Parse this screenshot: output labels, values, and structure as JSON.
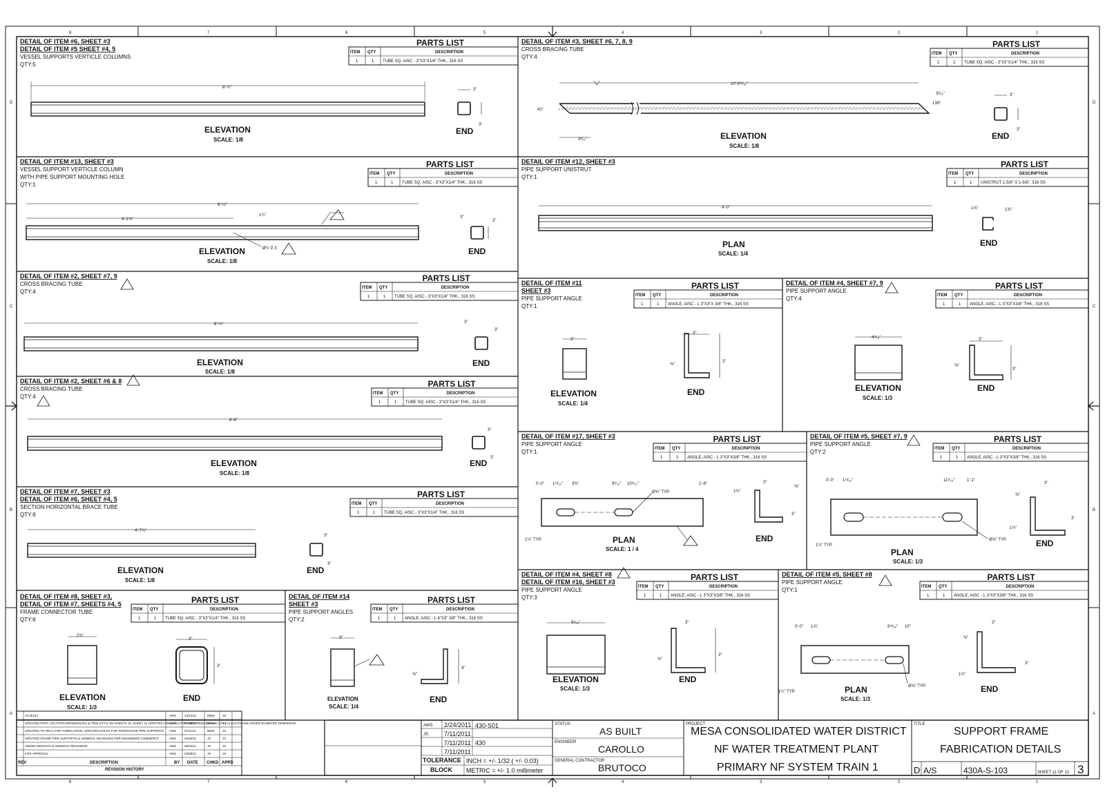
{
  "zones": {
    "top": [
      "8",
      "7",
      "6",
      "5",
      "4",
      "3",
      "2",
      "1"
    ],
    "side": [
      "D",
      "C",
      "B",
      "A"
    ]
  },
  "parts_list": {
    "header": "PARTS LIST",
    "col_item": "ITEM",
    "col_qty": "QTY",
    "col_desc": "DESCRIPTION"
  },
  "details": [
    {
      "id": "d1",
      "lines": [
        "DETAIL OF ITEM #6, SHEET #3",
        "DETAIL OF ITEM #5 SHEET #4, 5"
      ],
      "notes": [
        "VESSEL SUPPORTS VERTICLE COLUMNS",
        "QTY:5"
      ],
      "item": "1",
      "qty": "1",
      "desc": "TUBE SQ. AISC - 3\"X3\"X1/4\" THK., 316 SS",
      "view": "ELEVATION",
      "scale": "SCALE: 1/8",
      "dim": "8'-½\"",
      "end_label": "END",
      "end_dims": [
        "3\"",
        "3\""
      ]
    },
    {
      "id": "d2",
      "lines": [
        "DETAIL OF ITEM #3, SHEET #6, 7, 8, 9"
      ],
      "notes": [
        "CROSS BRACING TUBE",
        "QTY:4"
      ],
      "item": "1",
      "qty": "1",
      "desc": "TUBE SQ. AISC - 3\"X3\"X1/4\" THK., 316 SS",
      "view": "ELEVATION",
      "scale": "SCALE: 1/8",
      "dim": "10'-5¹³⁄₁₆\"",
      "dims": [
        "41°",
        "3³⁄₁₆\"",
        "3³⁄₁₆\"",
        "139°"
      ],
      "end_label": "END",
      "end_dims": [
        "3\"",
        "3\""
      ]
    },
    {
      "id": "d3",
      "lines": [
        "DETAIL OF ITEM #13, SHEET #3"
      ],
      "notes": [
        "VESSEL SUPPORT VERTICLE COLUMN",
        "WITH PIPE SUPPORT MOUNTING HOLE",
        "QTY:1"
      ],
      "item": "1",
      "qty": "1",
      "desc": "TUBE SQ. AISC - 3\"X3\"X1/4\" THK., 316 SS",
      "view": "ELEVATION",
      "scale": "SCALE: 1/8",
      "dim": "8'-½\"",
      "dims": [
        "4'-2⅞\"",
        "1¼\"",
        "Ø½ ⊽ 3"
      ],
      "end_label": "END",
      "end_dims": [
        "3\"",
        "3\""
      ]
    },
    {
      "id": "d4",
      "lines": [
        "DETAIL OF ITEM #12, SHEET #3"
      ],
      "notes": [
        "PIPE SUPPORT UNISTRUT",
        "QTY:1"
      ],
      "item": "1",
      "qty": "1",
      "desc": "UNISTRUT 1-5/8\" X 1-5/8\", 316 SS",
      "view": "PLAN",
      "scale": "SCALE: 1/4",
      "dim": "4'-0\"",
      "end_label": "END",
      "end_dims": [
        "1⅝\"",
        "1⅝\""
      ]
    },
    {
      "id": "d5",
      "lines": [
        "DETAIL OF ITEM #2, SHEET #7, 9"
      ],
      "notes": [
        "CROSS BRACING TUBE",
        "QTY:4"
      ],
      "item": "1",
      "qty": "1",
      "desc": "TUBE SQ. AISC - 3\"X3\"X1/4\" THK., 316 SS",
      "view": "ELEVATION",
      "scale": "SCALE: 1/8",
      "dim": "8'-½\"",
      "end_label": "END",
      "end_dims": [
        "3\"",
        "3\""
      ]
    },
    {
      "id": "d6",
      "lines": [
        "DETAIL OF ITEM #11",
        "SHEET #3"
      ],
      "notes": [
        "PIPE SUPPORT ANGLE",
        "QTY:1"
      ],
      "item": "1",
      "qty": "1",
      "desc": "ANGLE, AISC - L 3\"X3\"X 3/8\" THK., 316 SS",
      "view": "ELEVATION",
      "scale": "SCALE: 1/4",
      "dim": "3\"",
      "end_label": "END",
      "end_dims": [
        "3\"",
        "⅜\"",
        "3\""
      ]
    },
    {
      "id": "d7",
      "lines": [
        "DETAIL OF ITEM #4, SHEET #7, 9"
      ],
      "notes": [
        "PIPE SUPPORT ANGLE",
        "QTY:4"
      ],
      "item": "1",
      "qty": "1",
      "desc": "ANGLE, AISC - L 3\"X3\"X3/8\" THK., 316 SS",
      "view": "ELEVATION",
      "scale": "SCALE: 1/3",
      "dim": "4⁹⁄₁₆\"",
      "end_label": "END",
      "end_dims": [
        "3\"",
        "⅜\"",
        "3\""
      ]
    },
    {
      "id": "d8",
      "lines": [
        "DETAIL OF ITEM #2, SHEET #6 & 8"
      ],
      "notes": [
        "CROSS BRACING TUBE",
        "QTY:4"
      ],
      "item": "1",
      "qty": "1",
      "desc": "TUBE SQ. AISC - 3\"X3\"X1/4\" THK., 316 SS",
      "view": "ELEVATION",
      "scale": "SCALE: 1/8",
      "dim": "8'-6\"",
      "end_label": "END",
      "end_dims": [
        "3\"",
        "3\""
      ]
    },
    {
      "id": "d9",
      "lines": [
        "DETAIL OF ITEM #17, SHEET #3"
      ],
      "notes": [
        "PIPE SUPPORT ANGLE",
        "QTY:1"
      ],
      "item": "1",
      "qty": "1",
      "desc": "ANGLE, AISC - L 3\"X3\"X3/8\" THK., 316 SS",
      "view": "PLAN",
      "scale": "SCALE: 1 / 4",
      "dims": [
        "0'-0\"",
        "1¹³⁄₁₆\"",
        "3⅜\"",
        "9⁵⁄₁₆\"",
        "10⁹⁄₁₆\"",
        "1'-8\"",
        "Ø⅝\" TYP.",
        "1¼\" TYP."
      ],
      "end_label": "END",
      "end_dims": [
        "3\"",
        "⅜\"",
        "1½\"",
        "3\""
      ]
    },
    {
      "id": "d10",
      "lines": [
        "DETAIL OF ITEM #5, SHEET #7, 9"
      ],
      "notes": [
        "PIPE SUPPORT ANGLE",
        "QTY:2"
      ],
      "item": "1",
      "qty": "1",
      "desc": "ANGLE, AISC - L 3\"X3\"X3/8\" THK., 316 SS",
      "view": "PLAN",
      "scale": "SCALE: 1/3",
      "dims": [
        "0'-0\"",
        "1¹³⁄₁₆\"",
        "11⁵⁄₁₆\"",
        "1'-1\"",
        "Ø⅝\" TYP.",
        "1¼\" TYP."
      ],
      "end_label": "END",
      "end_dims": [
        "3\"",
        "⅜\"",
        "1½\"",
        "3\""
      ]
    },
    {
      "id": "d11",
      "lines": [
        "DETAIL OF ITEM #7, SHEET #3",
        "DETAIL OF ITEM #6, SHEET #4, 5"
      ],
      "notes": [
        "SECTION HORIZONTAL BRACE TUBE",
        "QTY:6"
      ],
      "item": "1",
      "qty": "1",
      "desc": "TUBE SQ. AISC - 3\"X3\"X1/4\" THK., 316 SS",
      "view": "ELEVATION",
      "scale": "SCALE: 1/8",
      "dim": "4'-7¾\"",
      "end_label": "END",
      "end_dims": [
        "3\"",
        "3\""
      ]
    },
    {
      "id": "d12",
      "lines": [
        "DETAIL OF ITEM #4, SHEET #8",
        "DETAIL OF ITEM #16, SHEET #3"
      ],
      "notes": [
        "PIPE SUPPORT ANGLE",
        "QTY:3"
      ],
      "item": "1",
      "qty": "1",
      "desc": "ANGLE, AISC - L 3\"X3\"X3/8\" THK., 316 SS",
      "view": "ELEVATION",
      "scale": "SCALE: 1/3",
      "dim": "5⁵⁄₁₆\"",
      "end_label": "END",
      "end_dims": [
        "3\"",
        "⅜\"",
        "3\""
      ]
    },
    {
      "id": "d13",
      "lines": [
        "DETAIL OF ITEM #5, SHEET #8"
      ],
      "notes": [
        "PIPE SUPPORT ANGLE",
        "QTY:1"
      ],
      "item": "1",
      "qty": "1",
      "desc": "ANGLE, AISC - L 3\"X3\"X3/8\" THK., 316 SS",
      "view": "PLAN",
      "scale": "SCALE: 1/3",
      "dims": [
        "0'-0\"",
        "1⅞\"",
        "8¹³⁄₁₆\"",
        "10\"",
        "Ø⅝\" TYP.",
        "1¼\" TYP."
      ],
      "end_label": "END",
      "end_dims": [
        "3\"",
        "⅜\"",
        "1½\"",
        "3\""
      ]
    },
    {
      "id": "d14",
      "lines": [
        "DETAIL OF ITEM #8, SHEET #3,",
        "DETAIL OF ITEM #7, SHEETS #4, 5"
      ],
      "notes": [
        "FRAME CONNECTOR TUBE",
        "QTY:6"
      ],
      "item": "1",
      "qty": "1",
      "desc": "TUBE SQ. AISC - 3\"X3\"X1/4\" THK., 316 SS",
      "view": "ELEVATION",
      "scale": "SCALE: 1/3",
      "dim": "2¾\"",
      "end_label": "END",
      "end_dims": [
        "3\"",
        "3\""
      ]
    },
    {
      "id": "d15",
      "lines": [
        "DETAIL OF ITEM #14",
        "SHEET #3"
      ],
      "notes": [
        "PIPE SUPPORT ANGLES",
        "QTY:2"
      ],
      "item": "1",
      "qty": "1",
      "desc": "ANGLE, AISC - L 4\"X3\" 3/8\" THK., 316 SS",
      "view": "ELEVATION",
      "scale": "SCALE: 1/4",
      "dim": "3\"",
      "end_label": "END",
      "end_dims": [
        "⅜\"",
        "4\""
      ]
    }
  ],
  "revision": {
    "title": "REVISION HISTORY",
    "headers": [
      "REV",
      "DESCRIPTION",
      "BY",
      "DATE",
      "CHKD",
      "APPD"
    ],
    "rows": [
      [
        "",
        "AS BUILT",
        "AWS",
        "12/12/11",
        "RBW",
        "JS"
      ],
      [
        "",
        "UPDATED PART LOCATION REFERENCES & ITEM QTY'S ON SHEETS 10, SHEET 11 UPDATED ITEM LOCATION REFERENCES AND QTY CALLOUTS AND ADDED DIAMETER DIMENSION",
        "AWS",
        "07/28/11",
        "RBW",
        "JS"
      ],
      [
        "",
        "UPDATED TO REV1 FOR FABRICATION, UPDATED HOLES FOR INTERSTAGE PIPE SUPPORTS",
        "AWS",
        "07/11/11",
        "RBW",
        "JS"
      ],
      [
        "",
        "UPDATED FRAME PIPE SUPPORTS & GENERAL REVISIONS PER ENGINEERS COMMENTS",
        "AWS",
        "04/25/11",
        "JS",
        "JS"
      ],
      [
        "",
        "ADDED WEIGHTS & GENERAL REVISIONS",
        "AWS",
        "03/24/11",
        "JS",
        "JS"
      ],
      [
        "",
        "FOR APPROVAL",
        "AWS",
        "03/08/11",
        "JS",
        "JS"
      ]
    ]
  },
  "title_block": {
    "drawn": "AWS",
    "date1": "2/24/2011",
    "date2": "7/11/2011",
    "date3": "7/11/2011",
    "date4": "7/11/2011",
    "reviewer": "JS",
    "job_no": "430-S01",
    "drawing_ref": "430",
    "tolerance_label": "TOLERANCE",
    "block_label": "BLOCK",
    "inch_tol": "INCH = +/- 1/32 ( +/- 0.03)",
    "metric_tol": "METRIC = +/- 1.0 millimeter",
    "status_label": "STATUS",
    "status": "AS BUILT",
    "engineer_label": "ENGINEER",
    "engineer": "CAROLLO",
    "contractor_label": "GENERAL CONTRACTOR",
    "contractor": "BRUTOCO",
    "project_label": "PROJECT",
    "project_lines": [
      "MESA CONSOLIDATED WATER DISTRICT",
      "NF WATER TREATMENT PLANT",
      "PRIMARY NF SYSTEM TRAIN 1"
    ],
    "title_label": "TITLE",
    "title_lines": [
      "SUPPORT FRAME",
      "FABRICATION DETAILS"
    ],
    "size": "D",
    "scale": "A/S",
    "dwg_no": "430A-S-103",
    "sheet_label": "SHEET 11 OF 12",
    "rev": "3"
  }
}
